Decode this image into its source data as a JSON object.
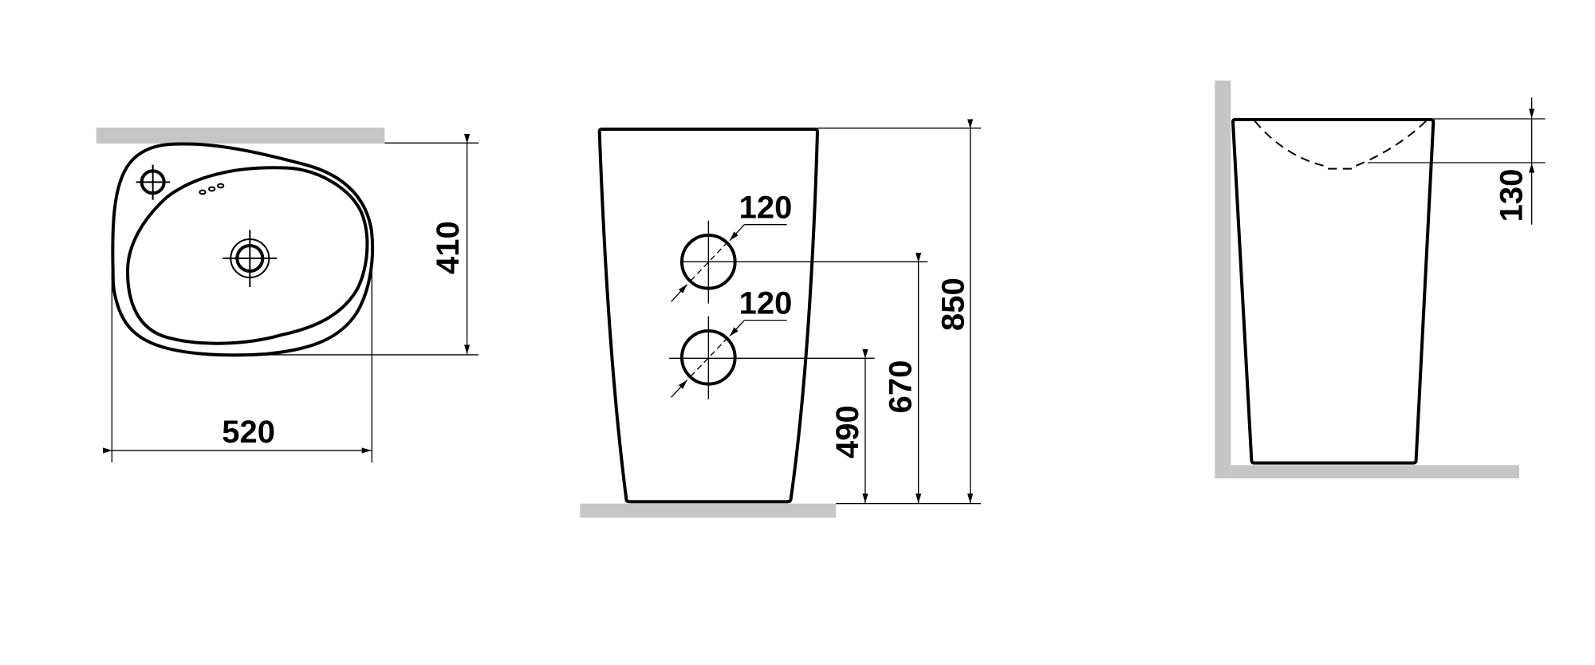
{
  "colors": {
    "line": "#000000",
    "wall": "#c6c6c6",
    "background": "#ffffff"
  },
  "top_view": {
    "width_dim": "520",
    "depth_dim": "410"
  },
  "front_view": {
    "height_dim": "850",
    "upper_hole_height_dim": "670",
    "lower_hole_height_dim": "490",
    "upper_hole_diameter_dim": "120",
    "lower_hole_diameter_dim": "120"
  },
  "side_view": {
    "basin_depth_dim": "130"
  }
}
